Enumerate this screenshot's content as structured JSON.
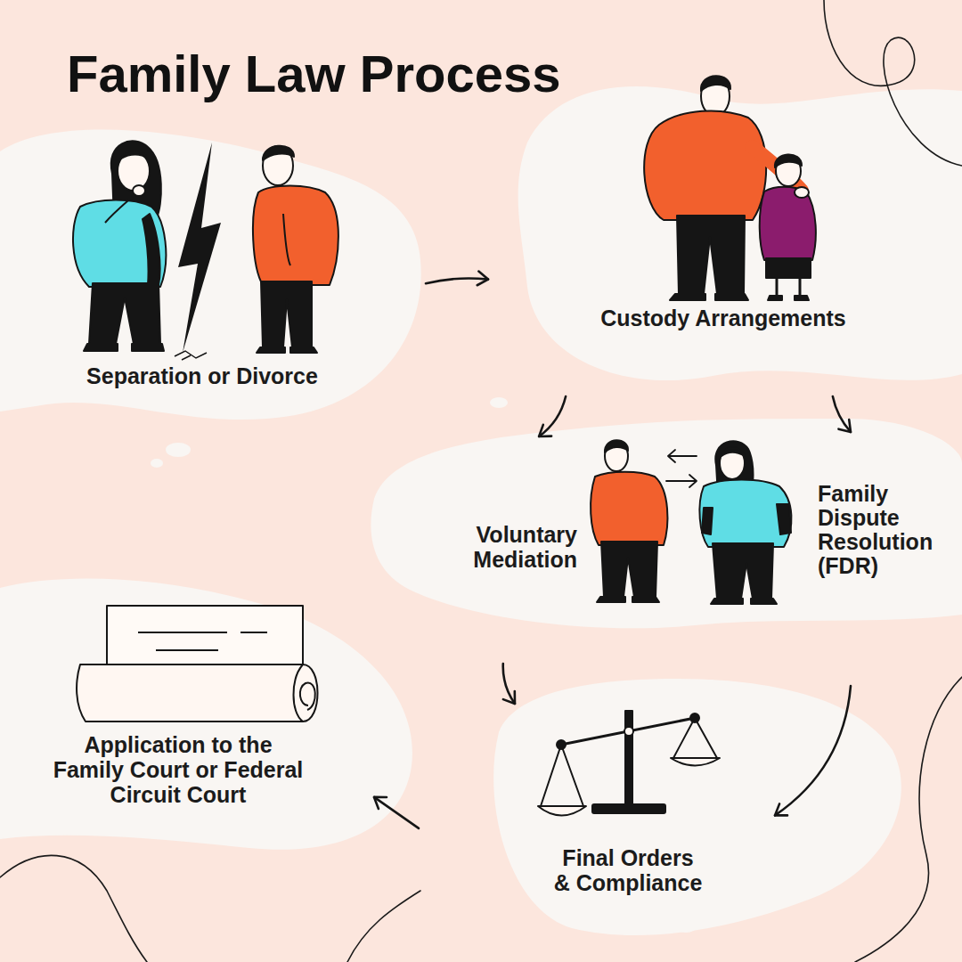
{
  "diagram": {
    "title": "Family Law Process",
    "nodes": [
      {
        "text": [
          "Separation or Divorce"
        ]
      },
      {
        "text": [
          "Custody Arrangements"
        ]
      },
      {
        "text": [
          "Voluntary Mediation"
        ]
      },
      {
        "text": [
          "Family Dispute Resolution (FDR)"
        ]
      },
      {
        "text": [
          "Final Orders & Compliance"
        ]
      },
      {
        "text": [
          "Application to the Family Court or Federal Circuit Court"
        ]
      }
    ],
    "edges": [
      {
        "from": 0,
        "to": 1,
        "arrow": "to"
      },
      {
        "from": 1,
        "to": 2,
        "arrow": "to"
      },
      {
        "from": 1,
        "to": 3,
        "arrow": "to"
      },
      {
        "from": 2,
        "to": 4,
        "arrow": "to"
      },
      {
        "from": 3,
        "to": 4,
        "arrow": "to"
      },
      {
        "from": 4,
        "to": 5,
        "arrow": "to"
      }
    ]
  }
}
